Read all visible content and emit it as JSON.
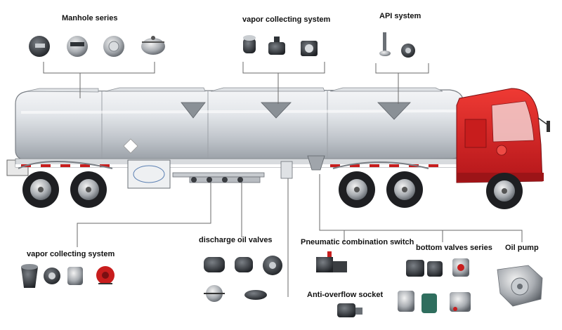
{
  "labels": {
    "manhole_series": "Manhole series",
    "vapor_collecting_top": "vapor collecting system",
    "api_system": "API system",
    "vapor_collecting_bottom": "vapor collecting system",
    "discharge_oil_valves": "discharge oil valves",
    "pneumatic_combination_switch": "Pneumatic combination switch",
    "bottom_valves_series": "bottom valves series",
    "oil_pump": "Oil pump",
    "anti_overflow_socket": "Anti-overflow socket"
  },
  "colors": {
    "cab_red": "#d9201f",
    "tank_silver": "#cfd3d8",
    "line": "#6a6a6a",
    "part_dark": "#2f3337",
    "accent_red": "#c81d1d"
  },
  "icons": {
    "manhole": "manhole-cover-icon",
    "vapor_valve": "vapor-valve-icon",
    "api_coupler": "api-coupler-icon",
    "discharge_valve": "discharge-valve-icon",
    "pneumatic_switch": "pneumatic-switch-icon",
    "bottom_valve": "bottom-valve-icon",
    "pump": "oil-pump-icon",
    "socket": "anti-overflow-socket-icon"
  }
}
